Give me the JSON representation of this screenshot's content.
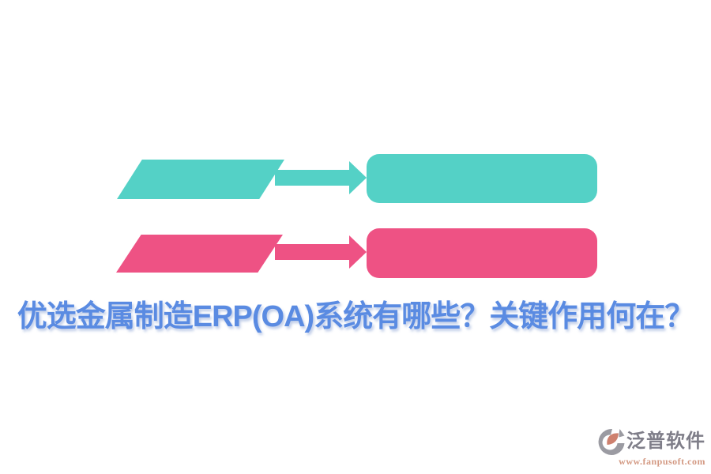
{
  "title": {
    "text": "优选金属制造ERP(OA)系统有哪些？关键作用何在？",
    "color": "#5a8be2"
  },
  "diagram": {
    "rows": [
      {
        "id": "top",
        "color": "#54d1c6",
        "color_name": "teal",
        "shapes": [
          "parallelogram",
          "right-arrow",
          "rounded-rectangle"
        ]
      },
      {
        "id": "bottom",
        "color": "#ee5284",
        "color_name": "pink",
        "shapes": [
          "parallelogram",
          "right-arrow",
          "rounded-rectangle"
        ]
      }
    ]
  },
  "watermark": {
    "brand": "泛普软件",
    "url": "www.fanpusoft.com",
    "brand_color": "#6e6d79",
    "url_color": "#ce8c72",
    "icon_colors": [
      "#8e8e96",
      "#c8705c"
    ]
  },
  "colors": {
    "background": "#ffffff"
  }
}
